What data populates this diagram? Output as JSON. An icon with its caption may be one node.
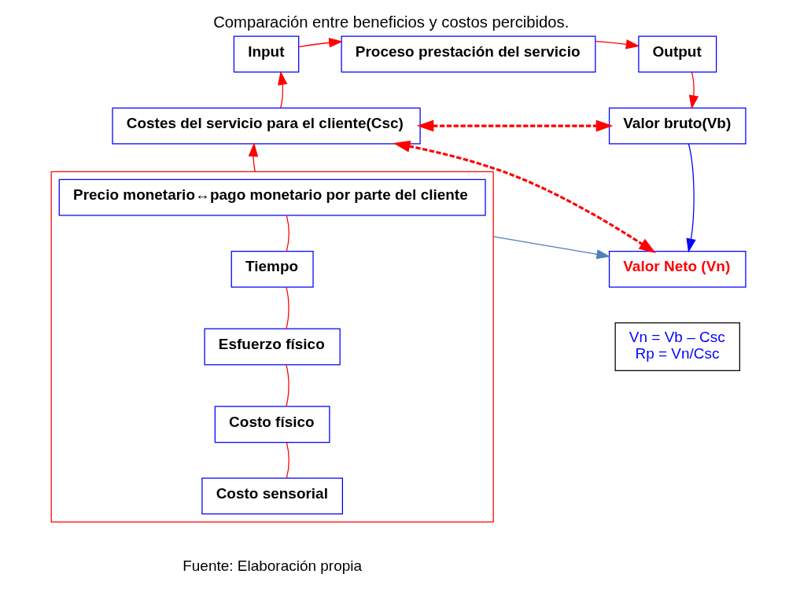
{
  "diagram": {
    "title": "Comparación entre beneficios y costos percibidos.",
    "caption": "Fuente: Elaboración propia",
    "nodes": [
      {
        "text": [
          "Input"
        ]
      },
      {
        "text": [
          "Proceso prestación del servicio"
        ]
      },
      {
        "text": [
          "Output"
        ]
      },
      {
        "text": [
          "Costes del servicio para el cliente(Csc)"
        ]
      },
      {
        "text": [
          "Valor bruto(Vb)"
        ]
      },
      {
        "text": [],
        "shape": "box"
      },
      {
        "text": [
          "Precio monetario↔pago monetario por parte del cliente"
        ],
        "in": 5
      },
      {
        "text": [
          "Tiempo"
        ],
        "in": 5
      },
      {
        "text": [
          "Esfuerzo físico"
        ],
        "in": 5
      },
      {
        "text": [
          "Costo físico"
        ],
        "in": 5
      },
      {
        "text": [
          "Costo sensorial"
        ],
        "in": 5
      },
      {
        "text": [
          "Valor Neto (Vn)"
        ]
      },
      {
        "text": [
          "Vn = Vb – Csc",
          "Rp = Vn/Csc"
        ]
      }
    ],
    "edges": [
      {
        "from": 0,
        "to": 1,
        "arrow": "to"
      },
      {
        "from": 1,
        "to": 2,
        "arrow": "to"
      },
      {
        "from": 2,
        "to": 4,
        "arrow": "to"
      },
      {
        "from": 3,
        "to": 0,
        "arrow": "to"
      },
      {
        "from": 5,
        "to": 3,
        "arrow": "to"
      },
      {
        "from": 3,
        "to": 4,
        "arrow": "both",
        "style": "dashed"
      },
      {
        "from": 3,
        "to": 11,
        "arrow": "both",
        "style": "dashed"
      },
      {
        "from": 6,
        "to": 7,
        "arrow": "none"
      },
      {
        "from": 7,
        "to": 8,
        "arrow": "none"
      },
      {
        "from": 8,
        "to": 9,
        "arrow": "none"
      },
      {
        "from": 9,
        "to": 10,
        "arrow": "none"
      },
      {
        "from": 4,
        "to": 11,
        "arrow": "to",
        "color": "#0000ff"
      },
      {
        "from": 5,
        "to": 11,
        "arrow": "to",
        "color": "#4f81bd"
      }
    ]
  }
}
